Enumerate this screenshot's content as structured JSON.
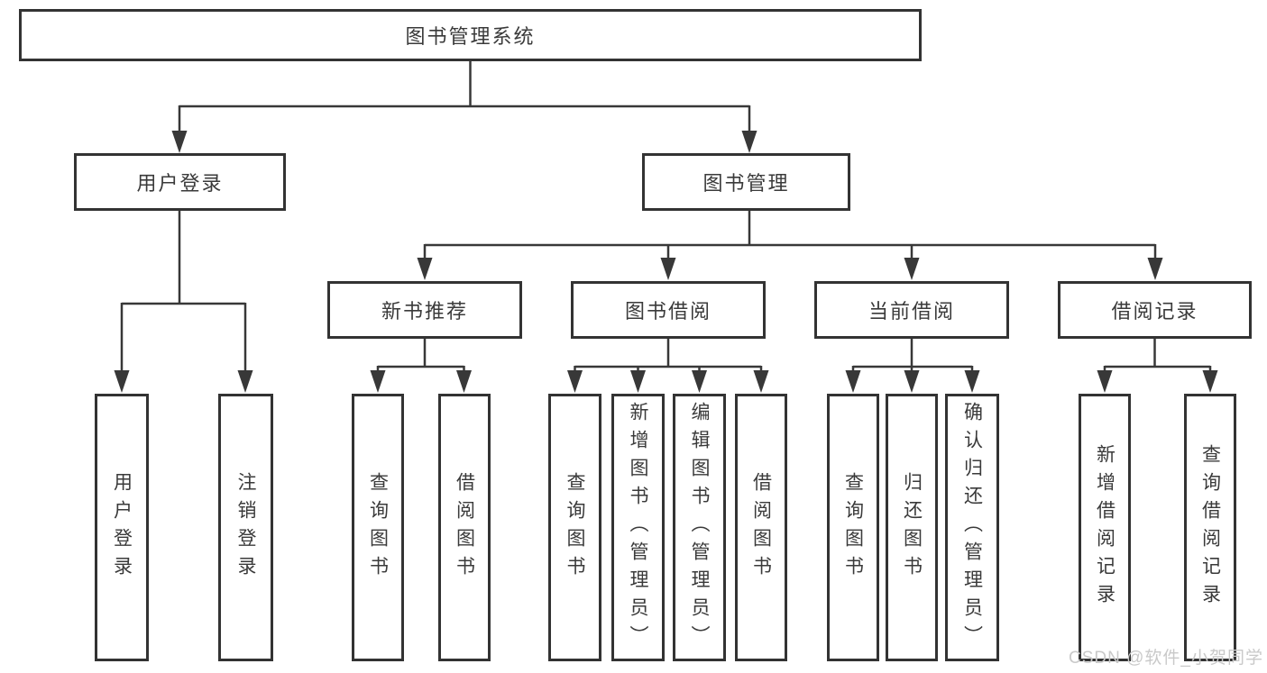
{
  "diagram_title": "图书管理系统",
  "nodes": {
    "root": "图书管理系统",
    "level2": [
      "用户登录",
      "图书管理"
    ],
    "level3": [
      "新书推荐",
      "图书借阅",
      "当前借阅",
      "借阅记录"
    ],
    "leaves": [
      "用户登录",
      "注销登录",
      "查询图书",
      "借阅图书",
      "查询图书",
      "新增图书（管理员）",
      "编辑图书（管理员）",
      "借阅图书",
      "查询图书",
      "归还图书",
      "确认归还（管理员）",
      "新增借阅记录",
      "查询借阅记录"
    ]
  },
  "hierarchy": {
    "图书管理系统": {
      "用户登录": [
        "用户登录",
        "注销登录"
      ],
      "图书管理": {
        "新书推荐": [
          "查询图书",
          "借阅图书"
        ],
        "图书借阅": [
          "查询图书",
          "新增图书（管理员）",
          "编辑图书（管理员）",
          "借阅图书"
        ],
        "当前借阅": [
          "查询图书",
          "归还图书",
          "确认归还（管理员）"
        ],
        "借阅记录": [
          "新增借阅记录",
          "查询借阅记录"
        ]
      }
    }
  },
  "watermark": {
    "text": "CSDN @软件_小贺同学"
  },
  "colors": {
    "background": "#ffffff",
    "box_border": "#333333",
    "connector_line": "#383838",
    "text": "#3a3a3a",
    "watermark": "#c9c9c9"
  }
}
